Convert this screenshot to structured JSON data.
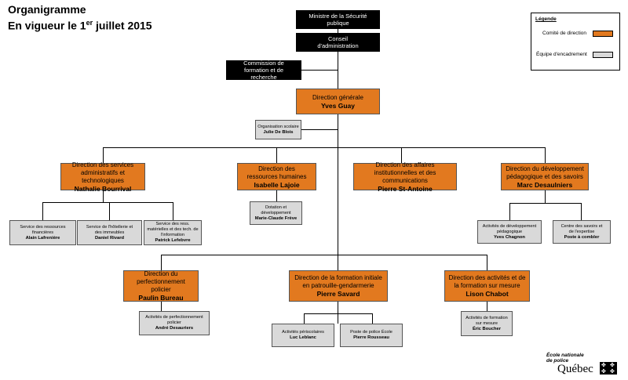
{
  "title": {
    "line1": "Organigramme",
    "line2_pre": "En vigueur le 1",
    "line2_sup": "er",
    "line2_post": " juillet 2015"
  },
  "legend": {
    "title": "Légende",
    "direction": "Comité de direction",
    "encadrement": "Équipe d'encadrement"
  },
  "nodes": {
    "ministre": "Ministre de la Sécurité publique",
    "conseil": "Conseil d'administration",
    "commission": "Commission de formation et de recherche",
    "dg": {
      "title": "Direction générale",
      "name": "Yves Guay"
    },
    "org_scolaire": {
      "title": "Organisation scolaire",
      "name": "Julie De Blois"
    },
    "dsat": {
      "title": "Direction des services administratifs et technologiques",
      "name": "Nathalie Bourrival"
    },
    "drh": {
      "title": "Direction des ressources humaines",
      "name": "Isabelle Lajoie"
    },
    "daic": {
      "title": "Direction des affaires institutionnelles et des communications",
      "name": "Pierre St-Antoine"
    },
    "ddps": {
      "title": "Direction du développement pédagogique et des savoirs",
      "name": "Marc Desaulniers"
    },
    "sr_fin": {
      "title": "Service des ressources financières",
      "name": "Alain Lafrenière"
    },
    "sr_hotel": {
      "title": "Service de l'hôtellerie et des immeubles",
      "name": "Daniel Rivard"
    },
    "sr_mat": {
      "title": "Service des ress. matérielles et des tech. de l'information",
      "name": "Patrick Lefebvre"
    },
    "dotation": {
      "title": "Dotation et développement",
      "name": "Marie-Claude Frève"
    },
    "act_ped": {
      "title": "Activités de développement pédagogique",
      "name": "Yves Chagnon"
    },
    "centre": {
      "title": "Centre des savoirs et de l'expertise",
      "name": "Poste à combler"
    },
    "dpp": {
      "title": "Direction du perfectionnement policier",
      "name": "Paulin Bureau"
    },
    "dfi": {
      "title": "Direction de la formation initiale en patrouille-gendarmerie",
      "name": "Pierre Savard"
    },
    "dafm": {
      "title": "Direction des activités et de la formation sur mesure",
      "name": "Lison Chabot"
    },
    "act_perf": {
      "title": "Activités de perfectionnement policier",
      "name": "André Desauriers"
    },
    "act_peri": {
      "title": "Activités périscolaires",
      "name": "Luc Leblanc"
    },
    "poste_police": {
      "title": "Poste de police École",
      "name": "Pierre Rousseau"
    },
    "act_mesure": {
      "title": "Activités de formation sur mesure",
      "name": "Éric Boucher"
    }
  },
  "logo": {
    "line1": "École nationale",
    "line2": "de police",
    "quebec": "Québec"
  },
  "colors": {
    "direction": "#e2791f",
    "encadrement": "#d9d9d9",
    "executive": "#000000"
  }
}
